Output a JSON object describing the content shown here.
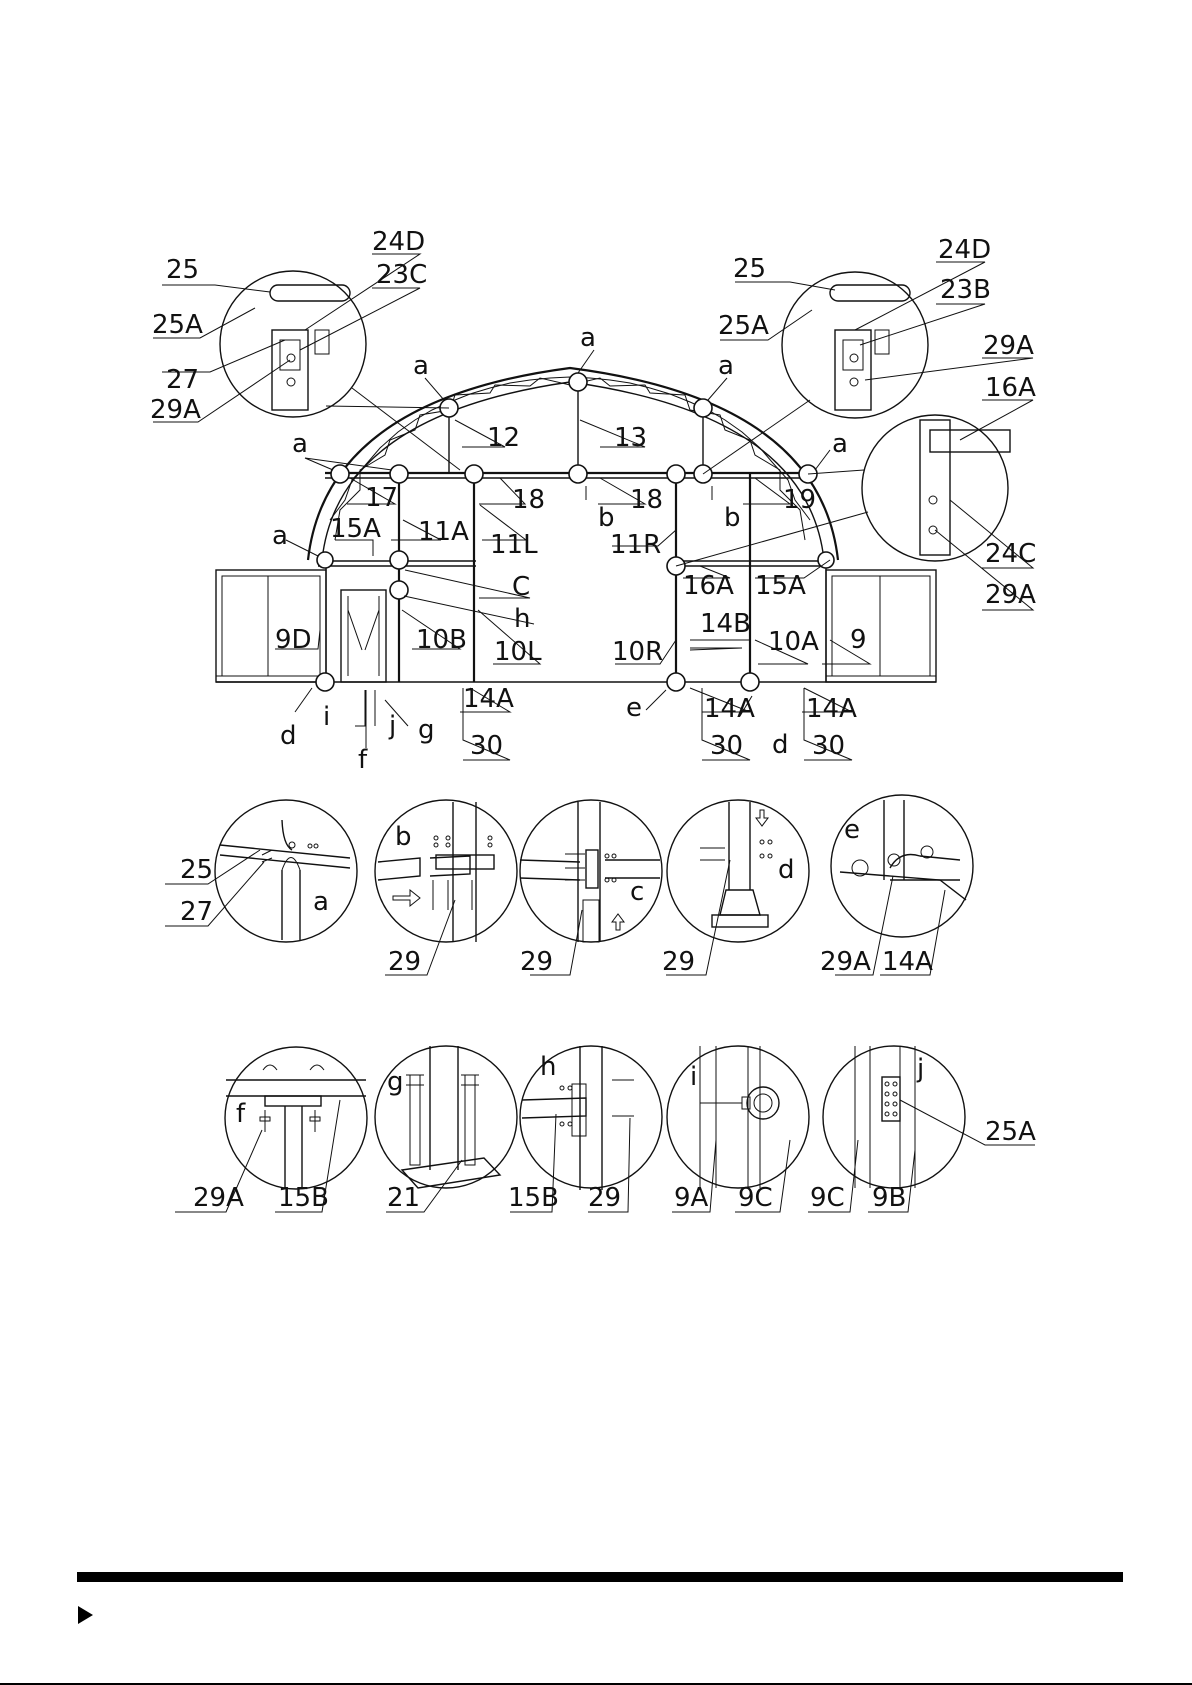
{
  "diagram": {
    "main_labels": {
      "l25_left": "25",
      "l24D_left": "24D",
      "l23C": "23C",
      "l25A_left": "25A",
      "l27_left": "27",
      "l29A_left": "29A",
      "l25_right": "25",
      "l24D_right": "24D",
      "l23B": "23B",
      "l25A_right": "25A",
      "l29A_right_top": "29A",
      "l16A_top": "16A",
      "l24C": "24C",
      "l29A_right_bot": "29A",
      "a_top": "a",
      "a_left1": "a",
      "a_right1": "a",
      "a_left2": "a",
      "a_right2": "a",
      "a_left3": "a",
      "l12": "12",
      "l13": "13",
      "l17": "17",
      "l18_left": "18",
      "l18_right": "18",
      "l19": "19",
      "b_left": "b",
      "b_right": "b",
      "l15A_left": "15A",
      "l11A": "11A",
      "l11L": "11L",
      "l11R": "11R",
      "l16A_mid": "16A",
      "l15A_right": "15A",
      "C": "C",
      "h": "h",
      "l9D": "9D",
      "l10B": "10B",
      "l10L": "10L",
      "l10R": "10R",
      "l14B": "14B",
      "l10A": "10A",
      "l9": "9",
      "d_left": "d",
      "i": "i",
      "j": "j",
      "g": "g",
      "f": "f",
      "l14A_1": "14A",
      "l30_1": "30",
      "e": "e",
      "l14A_2": "14A",
      "l30_2": "30",
      "d_right": "d",
      "l14A_3": "14A",
      "l30_3": "30"
    },
    "detail_row1": {
      "a_25": "25",
      "a_27": "27",
      "a_a": "a",
      "b_b": "b",
      "b_29": "29",
      "c_29": "29",
      "c_c": "c",
      "d_29": "29",
      "d_d": "d",
      "e_e": "e",
      "e_29A": "29A",
      "e_14A": "14A"
    },
    "detail_row2": {
      "f_f": "f",
      "f_29A": "29A",
      "f_15B": "15B",
      "g_g": "g",
      "g_21": "21",
      "h_h": "h",
      "h_15B": "15B",
      "h_29": "29",
      "i_i": "i",
      "i_9A": "9A",
      "i_9C": "9C",
      "j_j": "j",
      "j_9C": "9C",
      "j_9B": "9B",
      "j_25A": "25A"
    }
  }
}
